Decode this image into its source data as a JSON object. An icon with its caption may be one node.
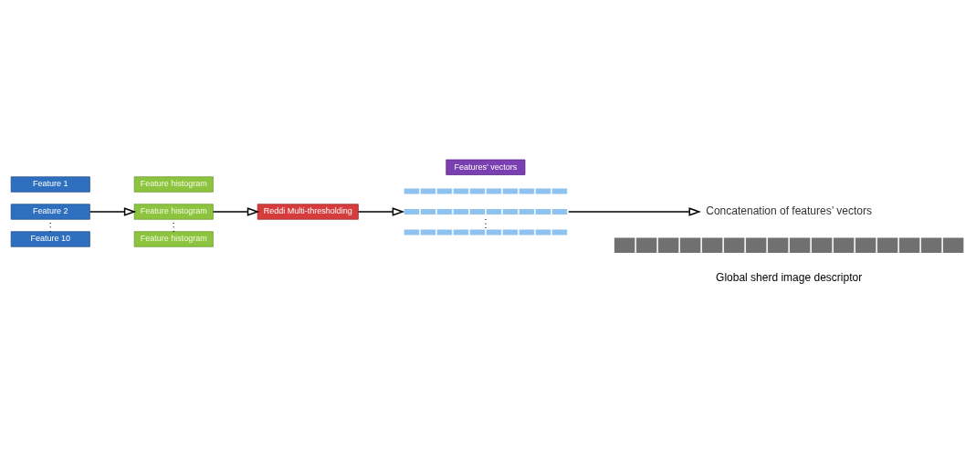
{
  "diagram": {
    "nodes": [
      {
        "text": [
          "Feature 1"
        ]
      },
      {
        "text": [
          "Feature 2"
        ]
      },
      {
        "text": [
          "Feature 10"
        ]
      },
      {
        "text": [
          "Feature histogram"
        ]
      },
      {
        "text": [
          "Feature histogram"
        ]
      },
      {
        "text": [
          "Feature histogram"
        ]
      },
      {
        "text": [
          "Reddi Multi-thresholding"
        ]
      },
      {
        "text": [
          "Features’ vectors"
        ]
      },
      {
        "text": [],
        "shape": "bar"
      },
      {
        "text": [],
        "shape": "bar"
      },
      {
        "text": [],
        "shape": "bar"
      },
      {
        "text": [
          "Concatenation of features’ vectors"
        ]
      },
      {
        "text": [],
        "shape": "bar",
        "beside": [
          "Global sherd image descriptor"
        ]
      }
    ],
    "edges": [
      {
        "from": 1,
        "to": 2,
        "arrow": "none",
        "style": "dashed"
      },
      {
        "from": 4,
        "to": 5,
        "arrow": "none",
        "style": "dashed"
      },
      {
        "from": 9,
        "to": 10,
        "arrow": "none",
        "style": "dashed"
      },
      {
        "from": 1,
        "to": 4,
        "arrow": "to"
      },
      {
        "from": 4,
        "to": 6,
        "arrow": "to"
      },
      {
        "from": 6,
        "to": 9,
        "arrow": "to"
      },
      {
        "from": 9,
        "to": 11,
        "arrow": "to"
      }
    ]
  }
}
